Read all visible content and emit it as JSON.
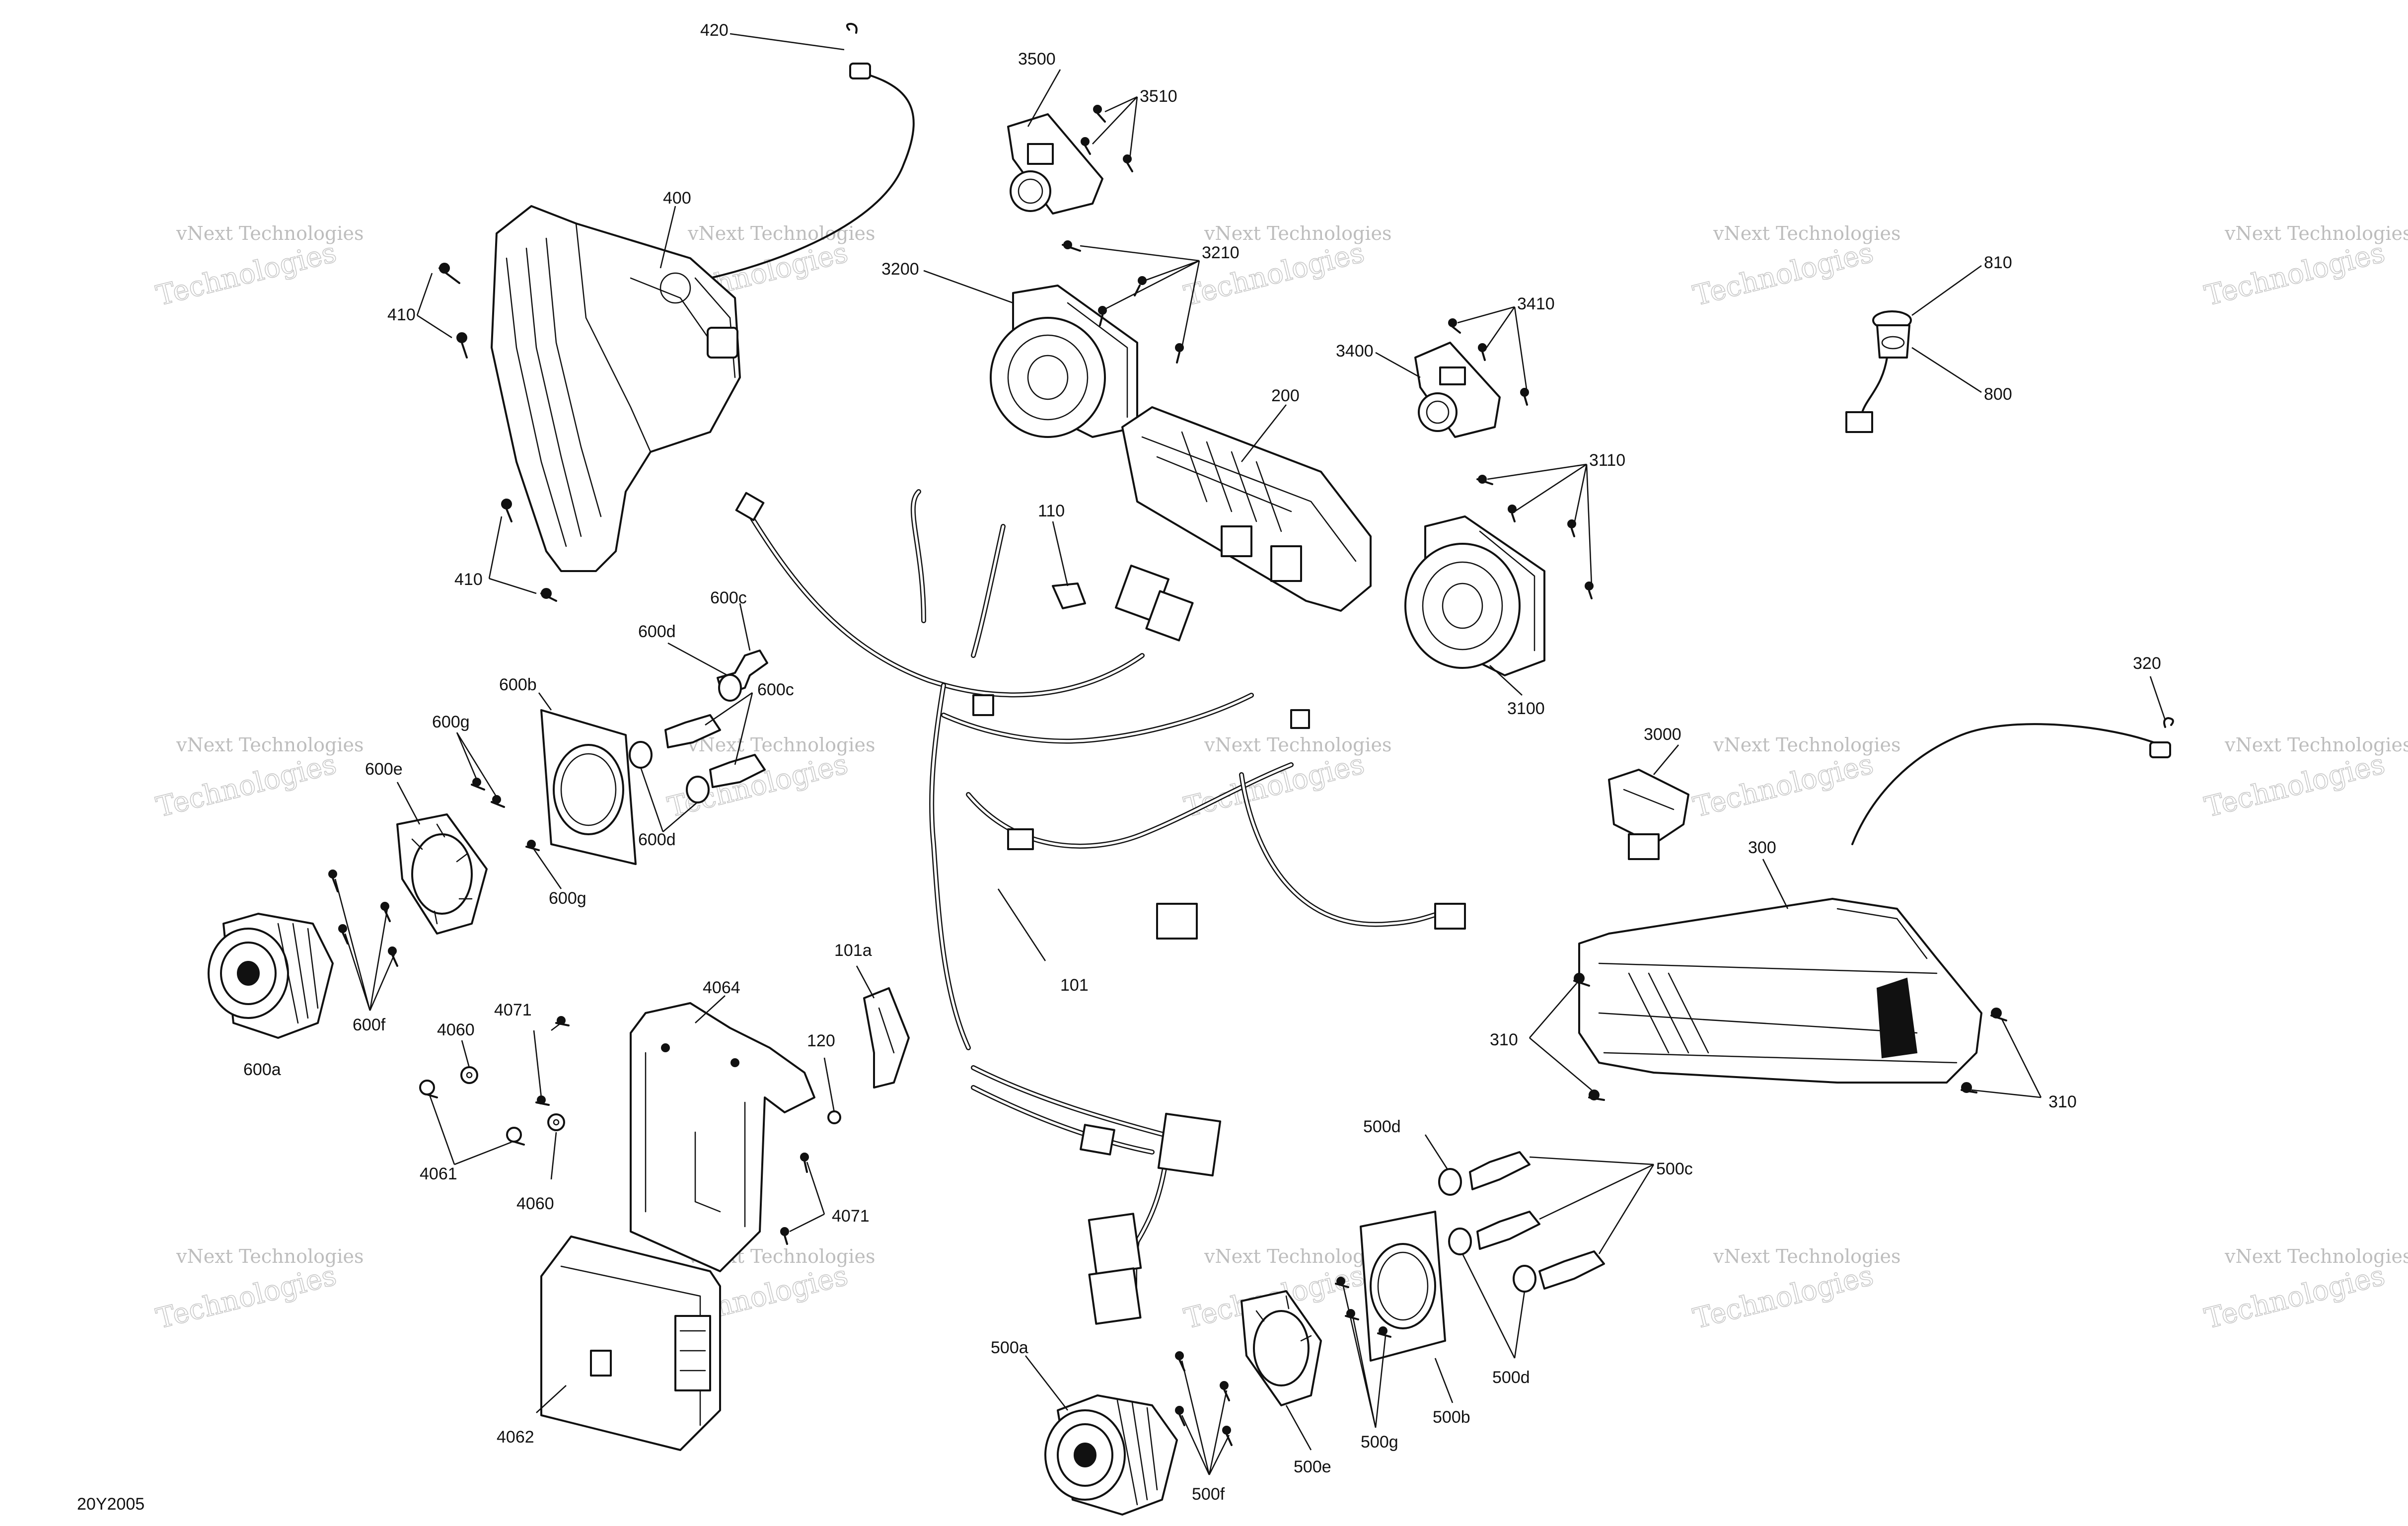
{
  "watermark": {
    "line1": "vNext Technologies",
    "line2": "Technologies"
  },
  "diagram_code": "20Y2005",
  "labels": {
    "l420": "420",
    "l400": "400",
    "l410a": "410",
    "l410b": "410",
    "l3500": "3500",
    "l3510": "3510",
    "l3200": "3200",
    "l3210": "3210",
    "l200": "200",
    "l3400": "3400",
    "l3410": "3410",
    "l3110": "3110",
    "l3100": "3100",
    "l810": "810",
    "l800": "800",
    "l110": "110",
    "l600c_a": "600c",
    "l600d_a": "600d",
    "l600c_b": "600c",
    "l600d_b": "600d",
    "l600b": "600b",
    "l600g_a": "600g",
    "l600g_b": "600g",
    "l600e": "600e",
    "l600f": "600f",
    "l600a": "600a",
    "l101": "101",
    "l101a": "101a",
    "l120": "120",
    "l4064": "4064",
    "l4060_a": "4060",
    "l4060_b": "4060",
    "l4071_a": "4071",
    "l4071_b": "4071",
    "l4061": "4061",
    "l4062": "4062",
    "l320": "320",
    "l3000": "3000",
    "l300": "300",
    "l310a": "310",
    "l310b": "310",
    "l500d_a": "500d",
    "l500c": "500c",
    "l500d_b": "500d",
    "l500b": "500b",
    "l500g": "500g",
    "l500e": "500e",
    "l500a": "500a",
    "l500f": "500f"
  },
  "colors": {
    "ink": "#111111",
    "watermark": "#bdbdbd",
    "background": "#ffffff"
  }
}
